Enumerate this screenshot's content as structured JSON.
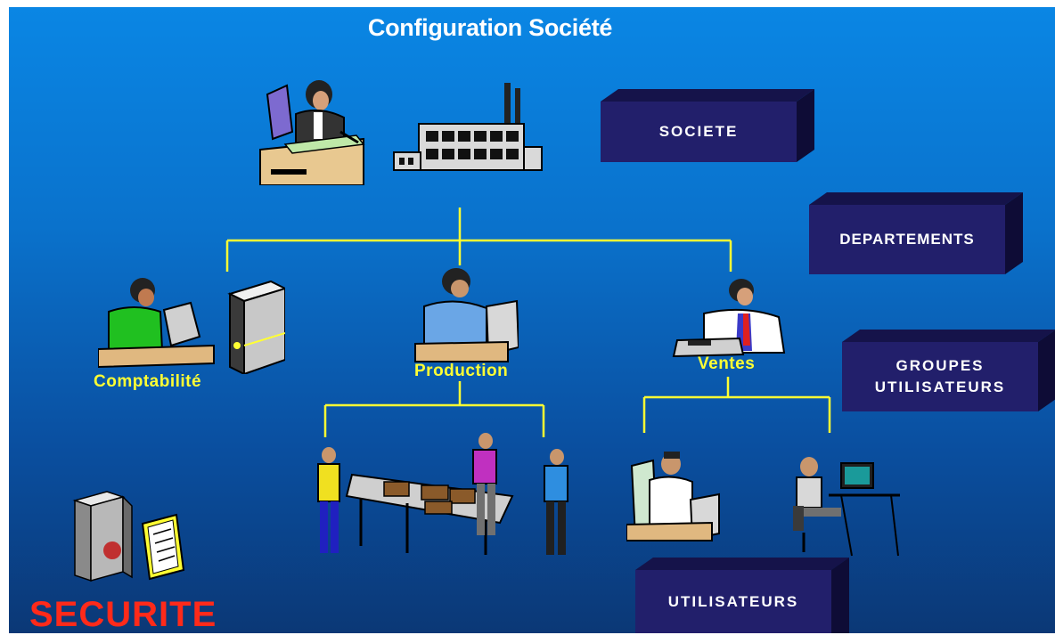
{
  "title": "Configuration Société",
  "levels": {
    "societe": "SOCIETE",
    "departements": "DEPARTEMENTS",
    "groupes_line1": "GROUPES",
    "groupes_line2": "UTILISATEURS",
    "utilisateurs": "UTILISATEURS"
  },
  "departments": {
    "comptabilite": "Comptabilité",
    "production": "Production",
    "ventes": "Ventes"
  },
  "securite": "SECURITE",
  "colors": {
    "background_top": "#0a86e4",
    "background_bottom": "#0b3876",
    "connector": "#ffff33",
    "box_face": "#221f6b",
    "securite_text": "#ff2a1a"
  }
}
